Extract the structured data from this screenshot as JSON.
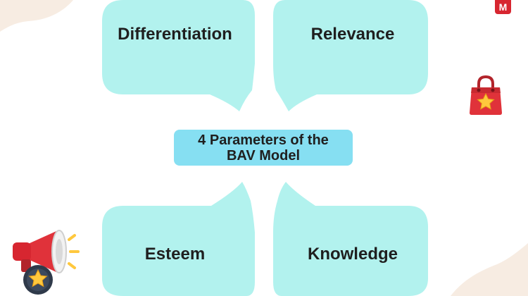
{
  "diagram": {
    "center_title": [
      "4 Parameters of the",
      "BAV Model"
    ],
    "parameters": [
      {
        "label": "Differentiation"
      },
      {
        "label": "Relevance"
      },
      {
        "label": "Esteem"
      },
      {
        "label": "Knowledge"
      }
    ]
  },
  "brand": {
    "logo_letter": "M",
    "logo_color": "#d72630"
  },
  "colors": {
    "bubble": "#b2f2ee",
    "center_box": "#86dff2",
    "background_blob": "#f7ece2",
    "text": "#1f1f1f"
  },
  "icons": [
    "shopping-bag-star-icon",
    "megaphone-star-icon"
  ]
}
